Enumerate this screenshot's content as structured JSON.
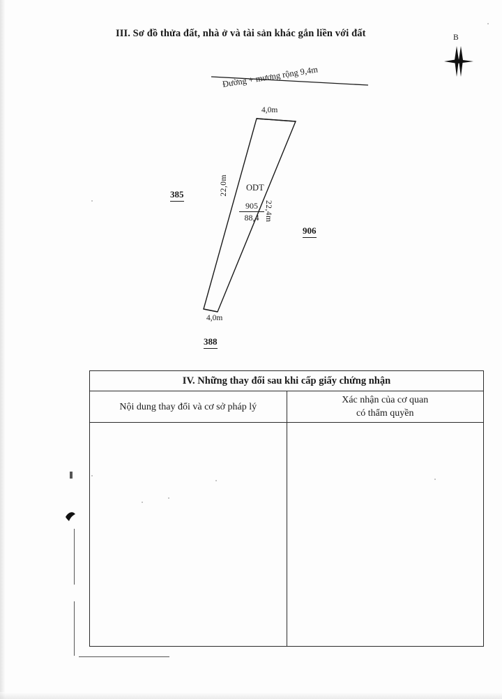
{
  "document": {
    "section3": {
      "title": "III. Sơ đồ thửa đất, nhà ở và tài sản khác gắn liền với đất"
    },
    "compass": {
      "label": "B",
      "icon": "compass-needle-icon"
    },
    "diagram": {
      "road_label": "Đường + mương rộng 9,4m",
      "dim_top": "4,0m",
      "dim_bottom": "4,0m",
      "dim_left": "22,0m",
      "dim_right": "22,4m",
      "land_use_code": "ODT",
      "parcel_number": "905",
      "parcel_area": "88,4",
      "neighbor_left": "385",
      "neighbor_right": "906",
      "neighbor_bottom": "388"
    },
    "section4": {
      "title": "IV. Những thay đổi sau khi cấp giấy chứng nhận",
      "columns": [
        "Nội dung thay đổi và cơ sở pháp lý",
        "Xác nhận của cơ quan\ncó thẩm quyền"
      ],
      "column_left": "Nội dung thay đổi và cơ sở pháp lý",
      "column_right_line1": "Xác nhận của cơ quan",
      "column_right_line2": "có thẩm quyền",
      "rows": [
        {
          "content": "",
          "confirmation": ""
        }
      ]
    }
  }
}
